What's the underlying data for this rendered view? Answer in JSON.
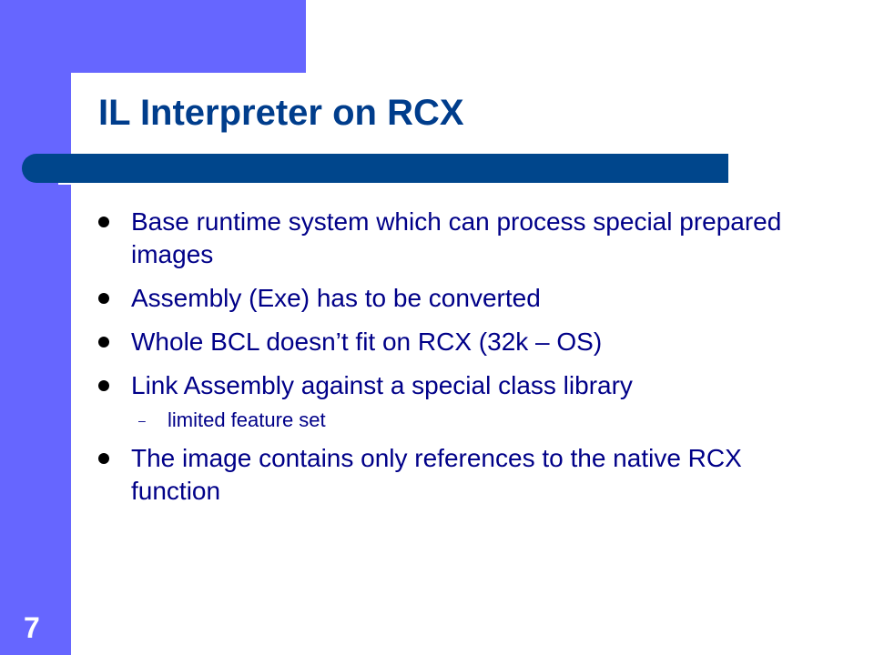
{
  "slide": {
    "title": "IL Interpreter on RCX",
    "number": "7",
    "colors": {
      "accent_band": "#6666ff",
      "title_bar": "#00468c",
      "title_text": "#003d8c",
      "body_text": "#000088"
    }
  },
  "bullets": [
    {
      "text": "Base runtime system which can process special prepared images"
    },
    {
      "text": "Assembly (Exe) has to be converted"
    },
    {
      "text": "Whole BCL doesn’t fit on RCX (32k – OS)"
    },
    {
      "text": "Link Assembly against a special class library",
      "sub": "limited feature set"
    },
    {
      "text": "The image contains only references to the native RCX function"
    }
  ],
  "sub_marker": "–"
}
